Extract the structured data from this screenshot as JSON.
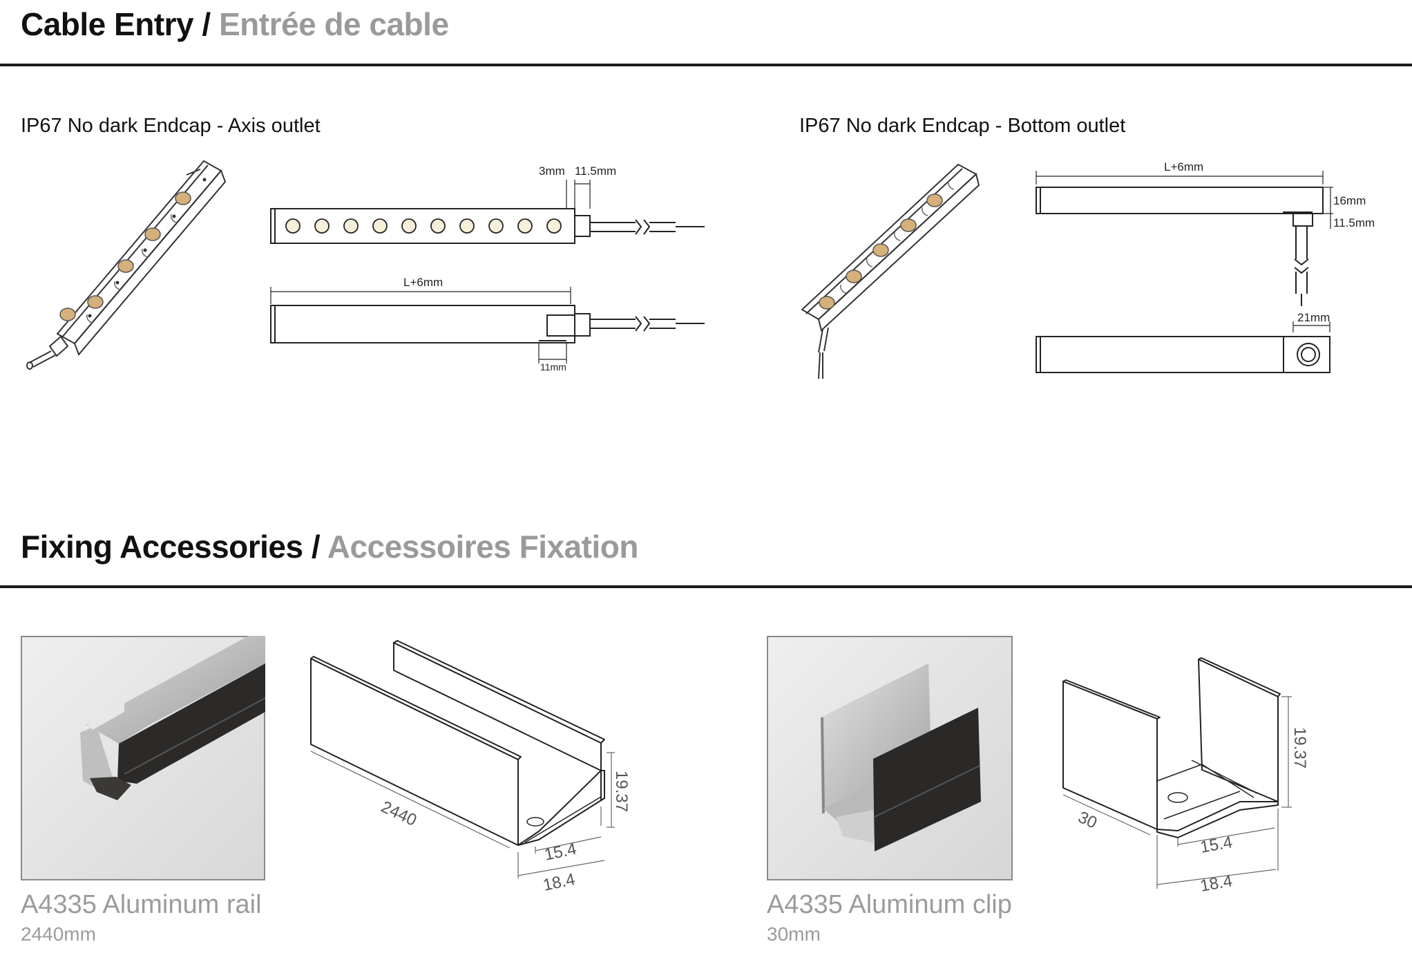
{
  "section1": {
    "title_en": "Cable Entry",
    "separator": " / ",
    "title_fr": "Entrée de cable",
    "left": {
      "subtitle": "IP67 No dark Endcap - Axis outlet",
      "dims": {
        "d3": "3mm",
        "d115": "11.5mm",
        "lplus": "L+6mm",
        "d11": "11mm"
      }
    },
    "right": {
      "subtitle": "IP67 No dark Endcap - Bottom outlet",
      "dims": {
        "lplus": "L+6mm",
        "d16": "16mm",
        "d115": "11.5mm",
        "d21": "21mm"
      }
    }
  },
  "section2": {
    "title_en": "Fixing Accessories",
    "separator": " / ",
    "title_fr": "Accessoires Fixation",
    "rail": {
      "caption": "A4335 Aluminum rail",
      "length": "2440mm",
      "dims": {
        "length": "2440",
        "height": "19.37",
        "inner": "15.4",
        "outer": "18.4"
      }
    },
    "clip": {
      "caption": "A4335 Aluminum clip",
      "length": "30mm",
      "dims": {
        "length": "30",
        "height": "19.37",
        "inner": "15.4",
        "outer": "18.4"
      }
    }
  }
}
